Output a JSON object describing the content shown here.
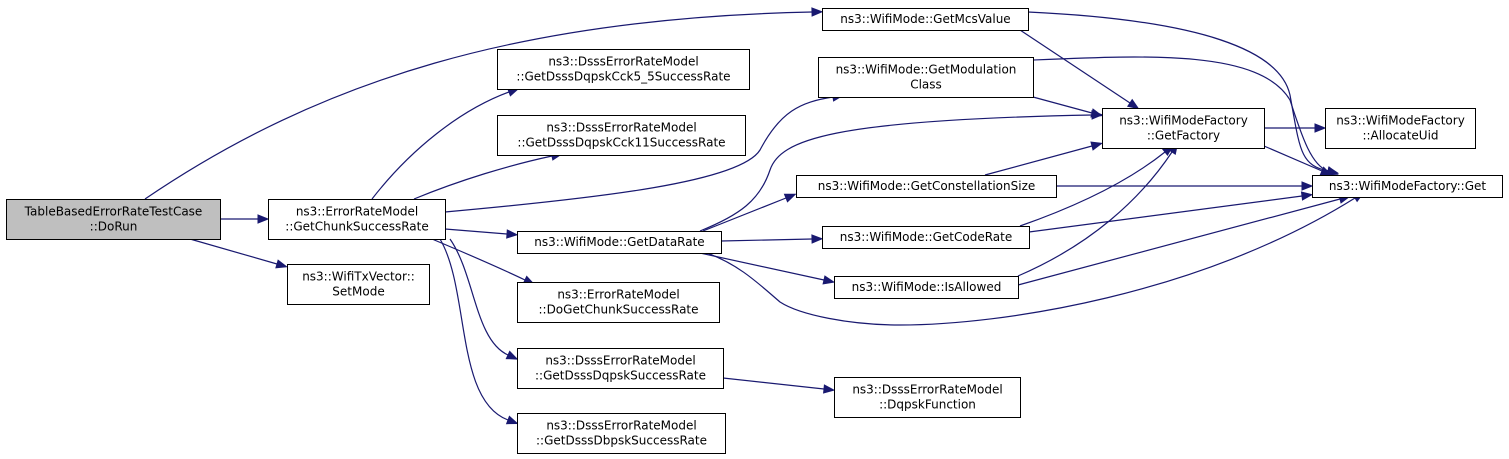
{
  "diagram": {
    "colors": {
      "edge": "#191970",
      "root_fill": "#bfbfbf",
      "node_fill": "#ffffff",
      "node_border": "#000000"
    },
    "nodes": [
      {
        "id": "doRun",
        "lines": [
          "TableBasedErrorRateTestCase",
          "::DoRun"
        ],
        "root": true
      },
      {
        "id": "getChunk",
        "lines": [
          "ns3::ErrorRateModel",
          "::GetChunkSuccessRate"
        ]
      },
      {
        "id": "setMode",
        "lines": [
          "ns3::WifiTxVector::",
          "SetMode"
        ]
      },
      {
        "id": "cck55",
        "lines": [
          "ns3::DsssErrorRateModel",
          "::GetDsssDqpskCck5_5SuccessRate"
        ]
      },
      {
        "id": "cck11",
        "lines": [
          "ns3::DsssErrorRateModel",
          "::GetDsssDqpskCck11SuccessRate"
        ]
      },
      {
        "id": "getDataRate",
        "lines": [
          "ns3::WifiMode::GetDataRate"
        ]
      },
      {
        "id": "doGetChunk",
        "lines": [
          "ns3::ErrorRateModel",
          "::DoGetChunkSuccessRate"
        ]
      },
      {
        "id": "dqpsk",
        "lines": [
          "ns3::DsssErrorRateModel",
          "::GetDsssDqpskSuccessRate"
        ]
      },
      {
        "id": "dbpsk",
        "lines": [
          "ns3::DsssErrorRateModel",
          "::GetDsssDbpskSuccessRate"
        ]
      },
      {
        "id": "getMcs",
        "lines": [
          "ns3::WifiMode::GetMcsValue"
        ]
      },
      {
        "id": "getModClass",
        "lines": [
          "ns3::WifiMode::GetModulation",
          "Class"
        ]
      },
      {
        "id": "getConst",
        "lines": [
          "ns3::WifiMode::GetConstellationSize"
        ]
      },
      {
        "id": "getCodeRate",
        "lines": [
          "ns3::WifiMode::GetCodeRate"
        ]
      },
      {
        "id": "isAllowed",
        "lines": [
          "ns3::WifiMode::IsAllowed"
        ]
      },
      {
        "id": "dqpskFn",
        "lines": [
          "ns3::DsssErrorRateModel",
          "::DqpskFunction"
        ]
      },
      {
        "id": "getFactory",
        "lines": [
          "ns3::WifiModeFactory",
          "::GetFactory"
        ]
      },
      {
        "id": "allocUid",
        "lines": [
          "ns3::WifiModeFactory",
          "::AllocateUid"
        ]
      },
      {
        "id": "get",
        "lines": [
          "ns3::WifiModeFactory::Get"
        ]
      }
    ],
    "edges": [
      [
        "doRun",
        "getChunk"
      ],
      [
        "doRun",
        "setMode"
      ],
      [
        "doRun",
        "getMcs"
      ],
      [
        "getChunk",
        "cck55"
      ],
      [
        "getChunk",
        "cck11"
      ],
      [
        "getChunk",
        "getModClass"
      ],
      [
        "getChunk",
        "getDataRate"
      ],
      [
        "getChunk",
        "doGetChunk"
      ],
      [
        "getChunk",
        "dqpsk"
      ],
      [
        "getChunk",
        "dbpsk"
      ],
      [
        "getDataRate",
        "getFactory"
      ],
      [
        "getDataRate",
        "getConst"
      ],
      [
        "getDataRate",
        "getCodeRate"
      ],
      [
        "getDataRate",
        "isAllowed"
      ],
      [
        "getDataRate",
        "get"
      ],
      [
        "getMcs",
        "getFactory"
      ],
      [
        "getMcs",
        "get"
      ],
      [
        "getModClass",
        "getFactory"
      ],
      [
        "getModClass",
        "get"
      ],
      [
        "getConst",
        "getFactory"
      ],
      [
        "getConst",
        "get"
      ],
      [
        "getCodeRate",
        "getFactory"
      ],
      [
        "getCodeRate",
        "get"
      ],
      [
        "isAllowed",
        "getFactory"
      ],
      [
        "isAllowed",
        "get"
      ],
      [
        "dqpsk",
        "dqpskFn"
      ],
      [
        "getFactory",
        "allocUid"
      ],
      [
        "getFactory",
        "get"
      ]
    ]
  }
}
